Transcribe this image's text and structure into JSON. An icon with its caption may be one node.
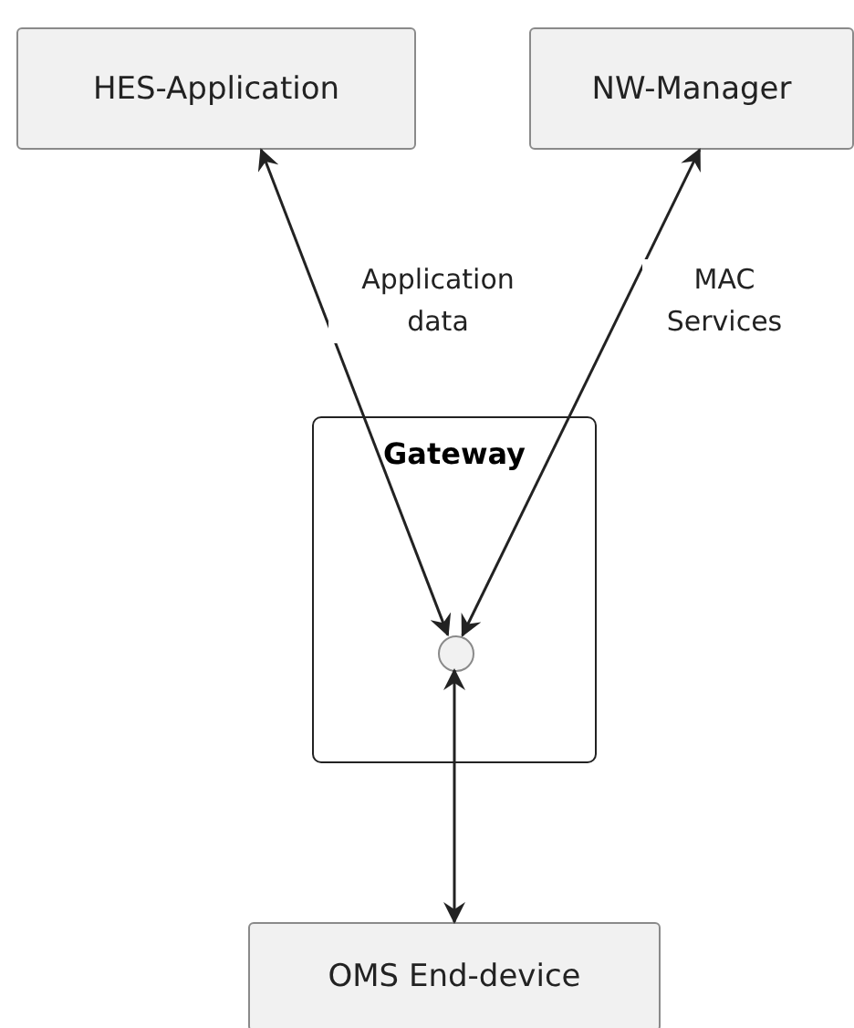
{
  "diagram": {
    "nodes": [
      {
        "text": [
          "HES-Application"
        ]
      },
      {
        "text": [
          "NW-Manager"
        ]
      },
      {
        "text": [
          "Gateway"
        ]
      },
      {
        "text": [],
        "shape": "circle",
        "in": 2
      },
      {
        "text": [
          "OMS End-device"
        ]
      }
    ],
    "edges": [
      {
        "from": 3,
        "to": 0,
        "arrow": "both",
        "label": "Application data"
      },
      {
        "from": 3,
        "to": 1,
        "arrow": "both",
        "label": "MAC Services"
      },
      {
        "from": 3,
        "to": 4,
        "arrow": "both"
      }
    ]
  }
}
